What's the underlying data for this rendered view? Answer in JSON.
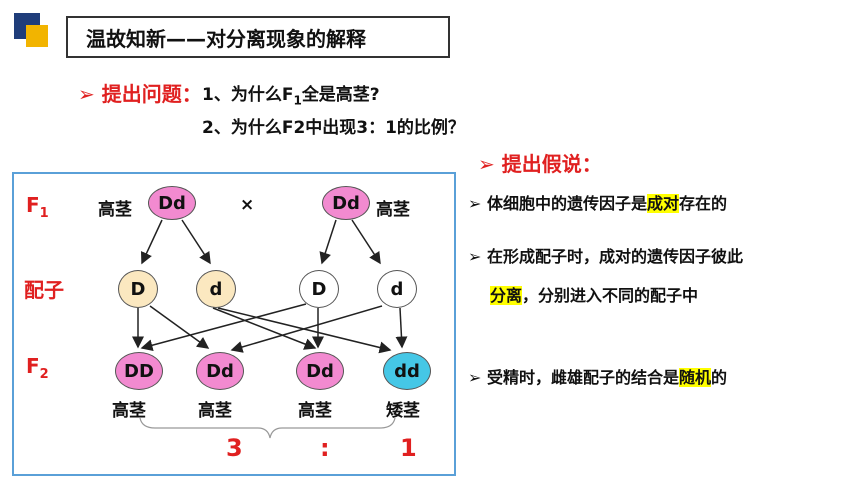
{
  "title": "温故知新——对分离现象的解释",
  "question": {
    "label": "➢ 提出问题：",
    "q1_prefix": "1、为什么F",
    "q1_sub": "1",
    "q1_suffix": "全是高茎?",
    "q2": "2、为什么F2中出现3：1的比例？"
  },
  "hypothesis": {
    "label": "➢ 提出假说：",
    "bullets": [
      {
        "marker": "➢",
        "before": "体细胞中的遗传因子是",
        "highlight": "成对",
        "after": "存在的"
      },
      {
        "marker": "➢",
        "line1": "在形成配子时，成对的遗传因子彼此",
        "highlight": "分离",
        "after": "，分别进入不同的配子中"
      },
      {
        "marker": "➢",
        "before": "受精时，雌雄配子的结合是",
        "highlight": "随机",
        "after": "的"
      }
    ]
  },
  "diagram": {
    "f1_label": "F",
    "f1_sub": "1",
    "gamete_label": "配子",
    "f2_label": "F",
    "f2_sub": "2",
    "cross_symbol": "×",
    "parent_left": {
      "genotype": "Dd",
      "phenotype": "高茎"
    },
    "parent_right": {
      "genotype": "Dd",
      "phenotype": "高茎"
    },
    "gametes": [
      "D",
      "d",
      "D",
      "d"
    ],
    "offspring": [
      {
        "genotype": "DD",
        "phenotype": "高茎"
      },
      {
        "genotype": "Dd",
        "phenotype": "高茎"
      },
      {
        "genotype": "Dd",
        "phenotype": "高茎"
      },
      {
        "genotype": "dd",
        "phenotype": "矮茎"
      }
    ],
    "ratio_left": "3",
    "ratio_colon": ":",
    "ratio_right": "1"
  },
  "colors": {
    "accent_red": "#e02020",
    "pink": "#f28ad0",
    "cream": "#fbe8c0",
    "cyan": "#45c7e6",
    "frame_blue": "#5aa0d8",
    "highlight": "#ffff00"
  }
}
